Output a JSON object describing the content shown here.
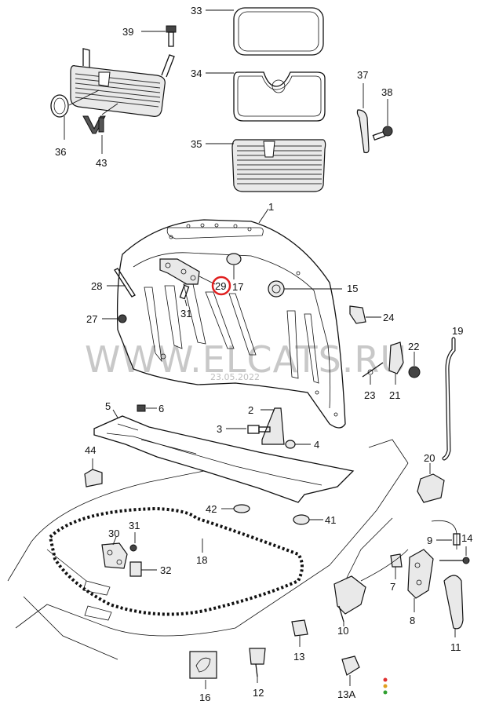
{
  "watermark": {
    "site": "WWW.ELCATS.RU",
    "date": "23.05.2022"
  },
  "highlight": {
    "part": "29",
    "color": "#e02020"
  },
  "labels": {
    "p1": "1",
    "p2": "2",
    "p3": "3",
    "p4": "4",
    "p5": "5",
    "p6": "6",
    "p7": "7",
    "p8": "8",
    "p9": "9",
    "p10": "10",
    "p11": "11",
    "p12": "12",
    "p13": "13",
    "p13a": "13A",
    "p14": "14",
    "p15": "15",
    "p16": "16",
    "p17": "17",
    "p18": "18",
    "p19": "19",
    "p20": "20",
    "p21": "21",
    "p22": "22",
    "p23": "23",
    "p24": "24",
    "p27": "27",
    "p28": "28",
    "p29": "29",
    "p30": "30",
    "p31a": "31",
    "p31b": "31",
    "p32": "32",
    "p33": "33",
    "p34": "34",
    "p35": "35",
    "p36": "36",
    "p37": "37",
    "p38": "38",
    "p39": "39",
    "p41": "41",
    "p42": "42",
    "p43": "43",
    "p44": "44"
  },
  "colors": {
    "line": "#111111",
    "highlight": "#e02020",
    "watermark": "#c8c8c8"
  }
}
